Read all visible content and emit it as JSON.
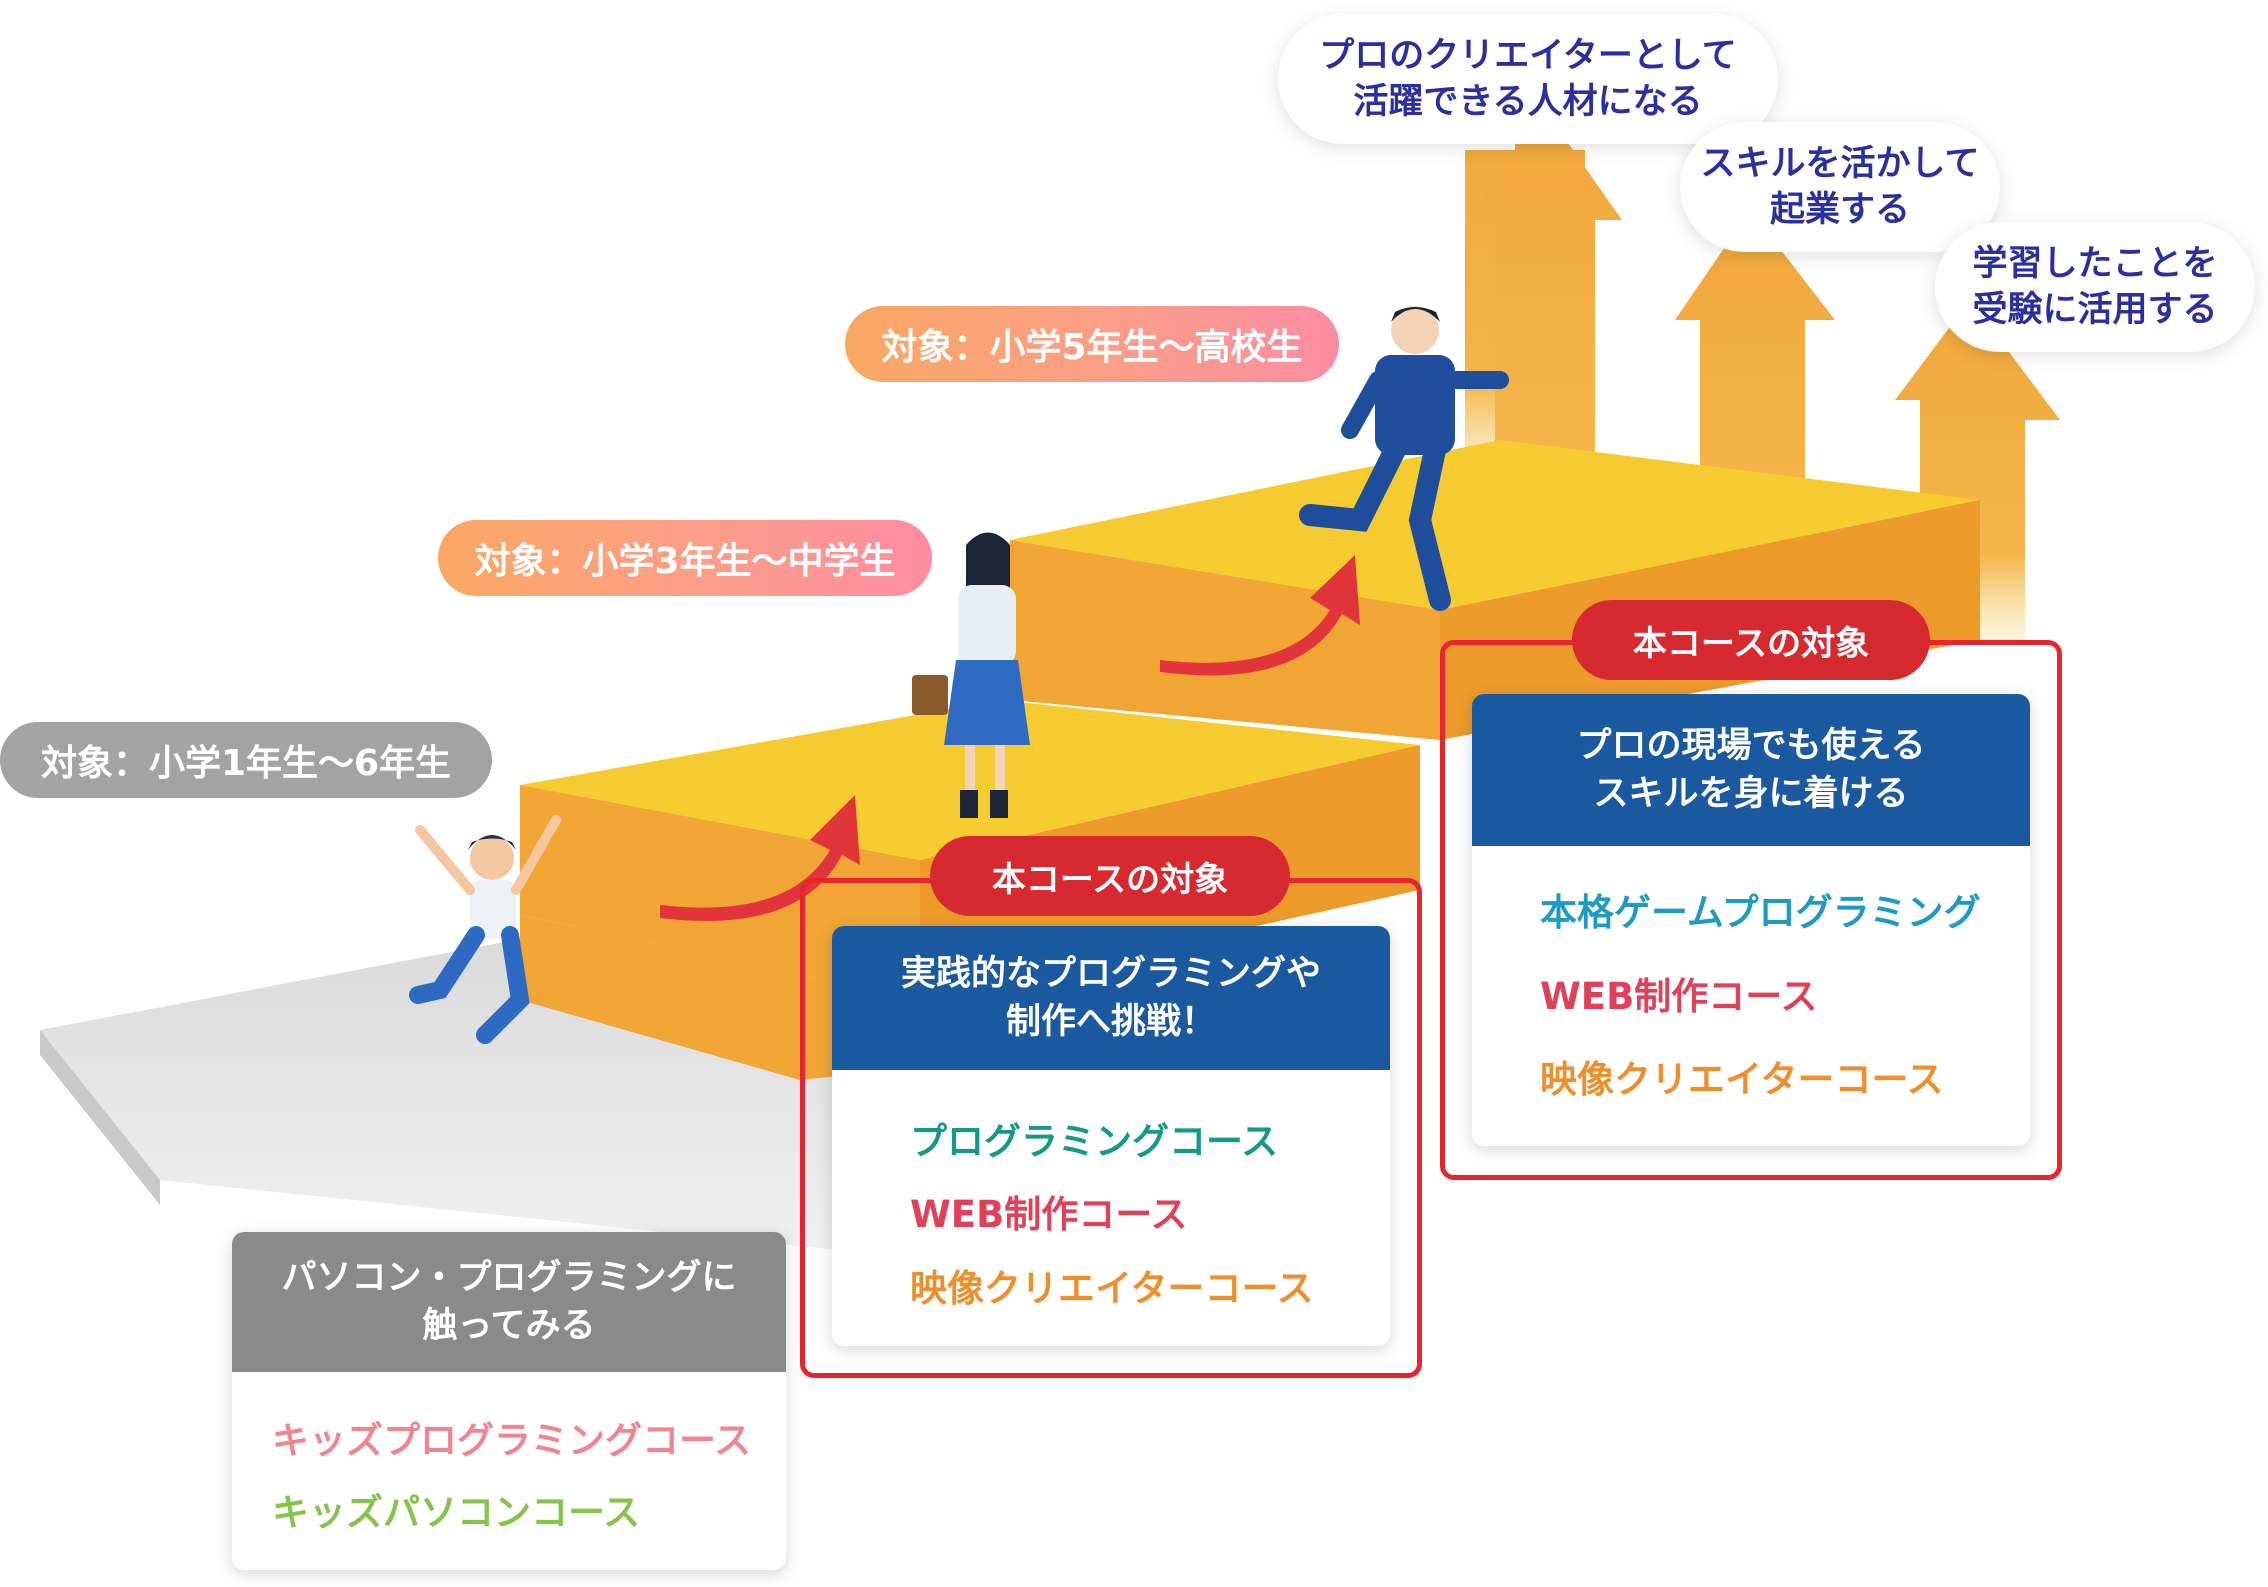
{
  "bubbles": {
    "pro_creator": [
      "プロのクリエイターとして",
      "活躍できる人材になる"
    ],
    "startup": [
      "スキルを活かして",
      "起業する"
    ],
    "exam": [
      "学習したことを",
      "受験に活用する"
    ]
  },
  "targets": {
    "step1": "対象：小学1年生〜6年生",
    "step2": "対象：小学3年生〜中学生",
    "step3": "対象：小学5年生〜高校生"
  },
  "tags": {
    "step2": "本コースの対象",
    "step3": "本コースの対象"
  },
  "cards": {
    "step1": {
      "heading": [
        "パソコン・プログラミングに",
        "触ってみる"
      ],
      "courses": [
        {
          "label": "キッズプログラミングコース",
          "color": "#f0848f"
        },
        {
          "label": "キッズパソコンコース",
          "color": "#86c34a"
        }
      ]
    },
    "step2": {
      "heading": [
        "実践的なプログラミングや",
        "制作へ挑戦！"
      ],
      "courses": [
        {
          "label": "プログラミングコース",
          "color": "#159a8a"
        },
        {
          "label": "WEB制作コース",
          "color": "#e0405a"
        },
        {
          "label": "映像クリエイターコース",
          "color": "#ef8f2b"
        }
      ]
    },
    "step3": {
      "heading": [
        "プロの現場でも使える",
        "スキルを身に着ける"
      ],
      "courses": [
        {
          "label": "本格ゲームプログラミング",
          "color": "#1f9ac5"
        },
        {
          "label": "WEB制作コース",
          "color": "#e0405a"
        },
        {
          "label": "映像クリエイターコース",
          "color": "#ef8f2b"
        }
      ]
    }
  },
  "colors": {
    "step_top": "#f6cb2f",
    "step_front": "#f1a534",
    "floor": "#d7d7d7",
    "arrow": "#f1a73c",
    "curved_arrow": "#e2353b",
    "frame": "#e8252f",
    "card_head_blue": "#1b5aa0",
    "card_head_gray": "#8a8a8b"
  }
}
